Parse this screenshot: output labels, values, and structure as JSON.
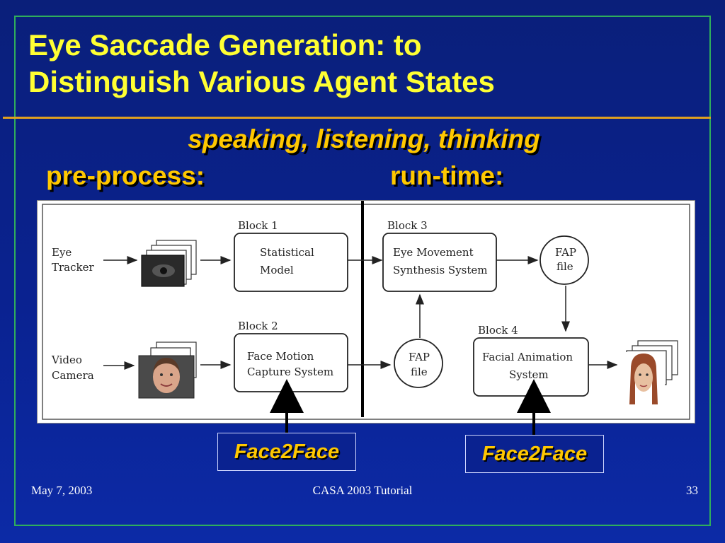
{
  "slide": {
    "title_line1": "Eye Saccade Generation: to",
    "title_line2": "Distinguish Various Agent States",
    "subtitle": "speaking, listening, thinking",
    "phase_left": "pre-process:",
    "phase_right": "run-time:"
  },
  "diagram": {
    "inputs": {
      "eye_tracker": [
        "Eye",
        "Tracker"
      ],
      "video_camera": [
        "Video",
        "Camera"
      ]
    },
    "blocks": [
      {
        "id": "block1",
        "header": "Block 1",
        "lines": [
          "Statistical",
          "Model"
        ]
      },
      {
        "id": "block2",
        "header": "Block 2",
        "lines": [
          "Face Motion",
          "Capture System"
        ]
      },
      {
        "id": "block3",
        "header": "Block 3",
        "lines": [
          "Eye Movement",
          "Synthesis System"
        ]
      },
      {
        "id": "block4",
        "header": "Block 4",
        "lines": [
          "Facial Animation",
          "System"
        ]
      }
    ],
    "fap_top": [
      "FAP",
      "file"
    ],
    "fap_bottom": [
      "FAP",
      "file"
    ]
  },
  "labels": {
    "face2face_left": "Face2Face",
    "face2face_right": "Face2Face"
  },
  "footer": {
    "date": "May 7, 2003",
    "center": "CASA 2003 Tutorial",
    "page": "33"
  },
  "colors": {
    "title": "#ffff33",
    "accent": "#ffc800",
    "frame": "#2fae5c",
    "rule": "#e0a020"
  }
}
